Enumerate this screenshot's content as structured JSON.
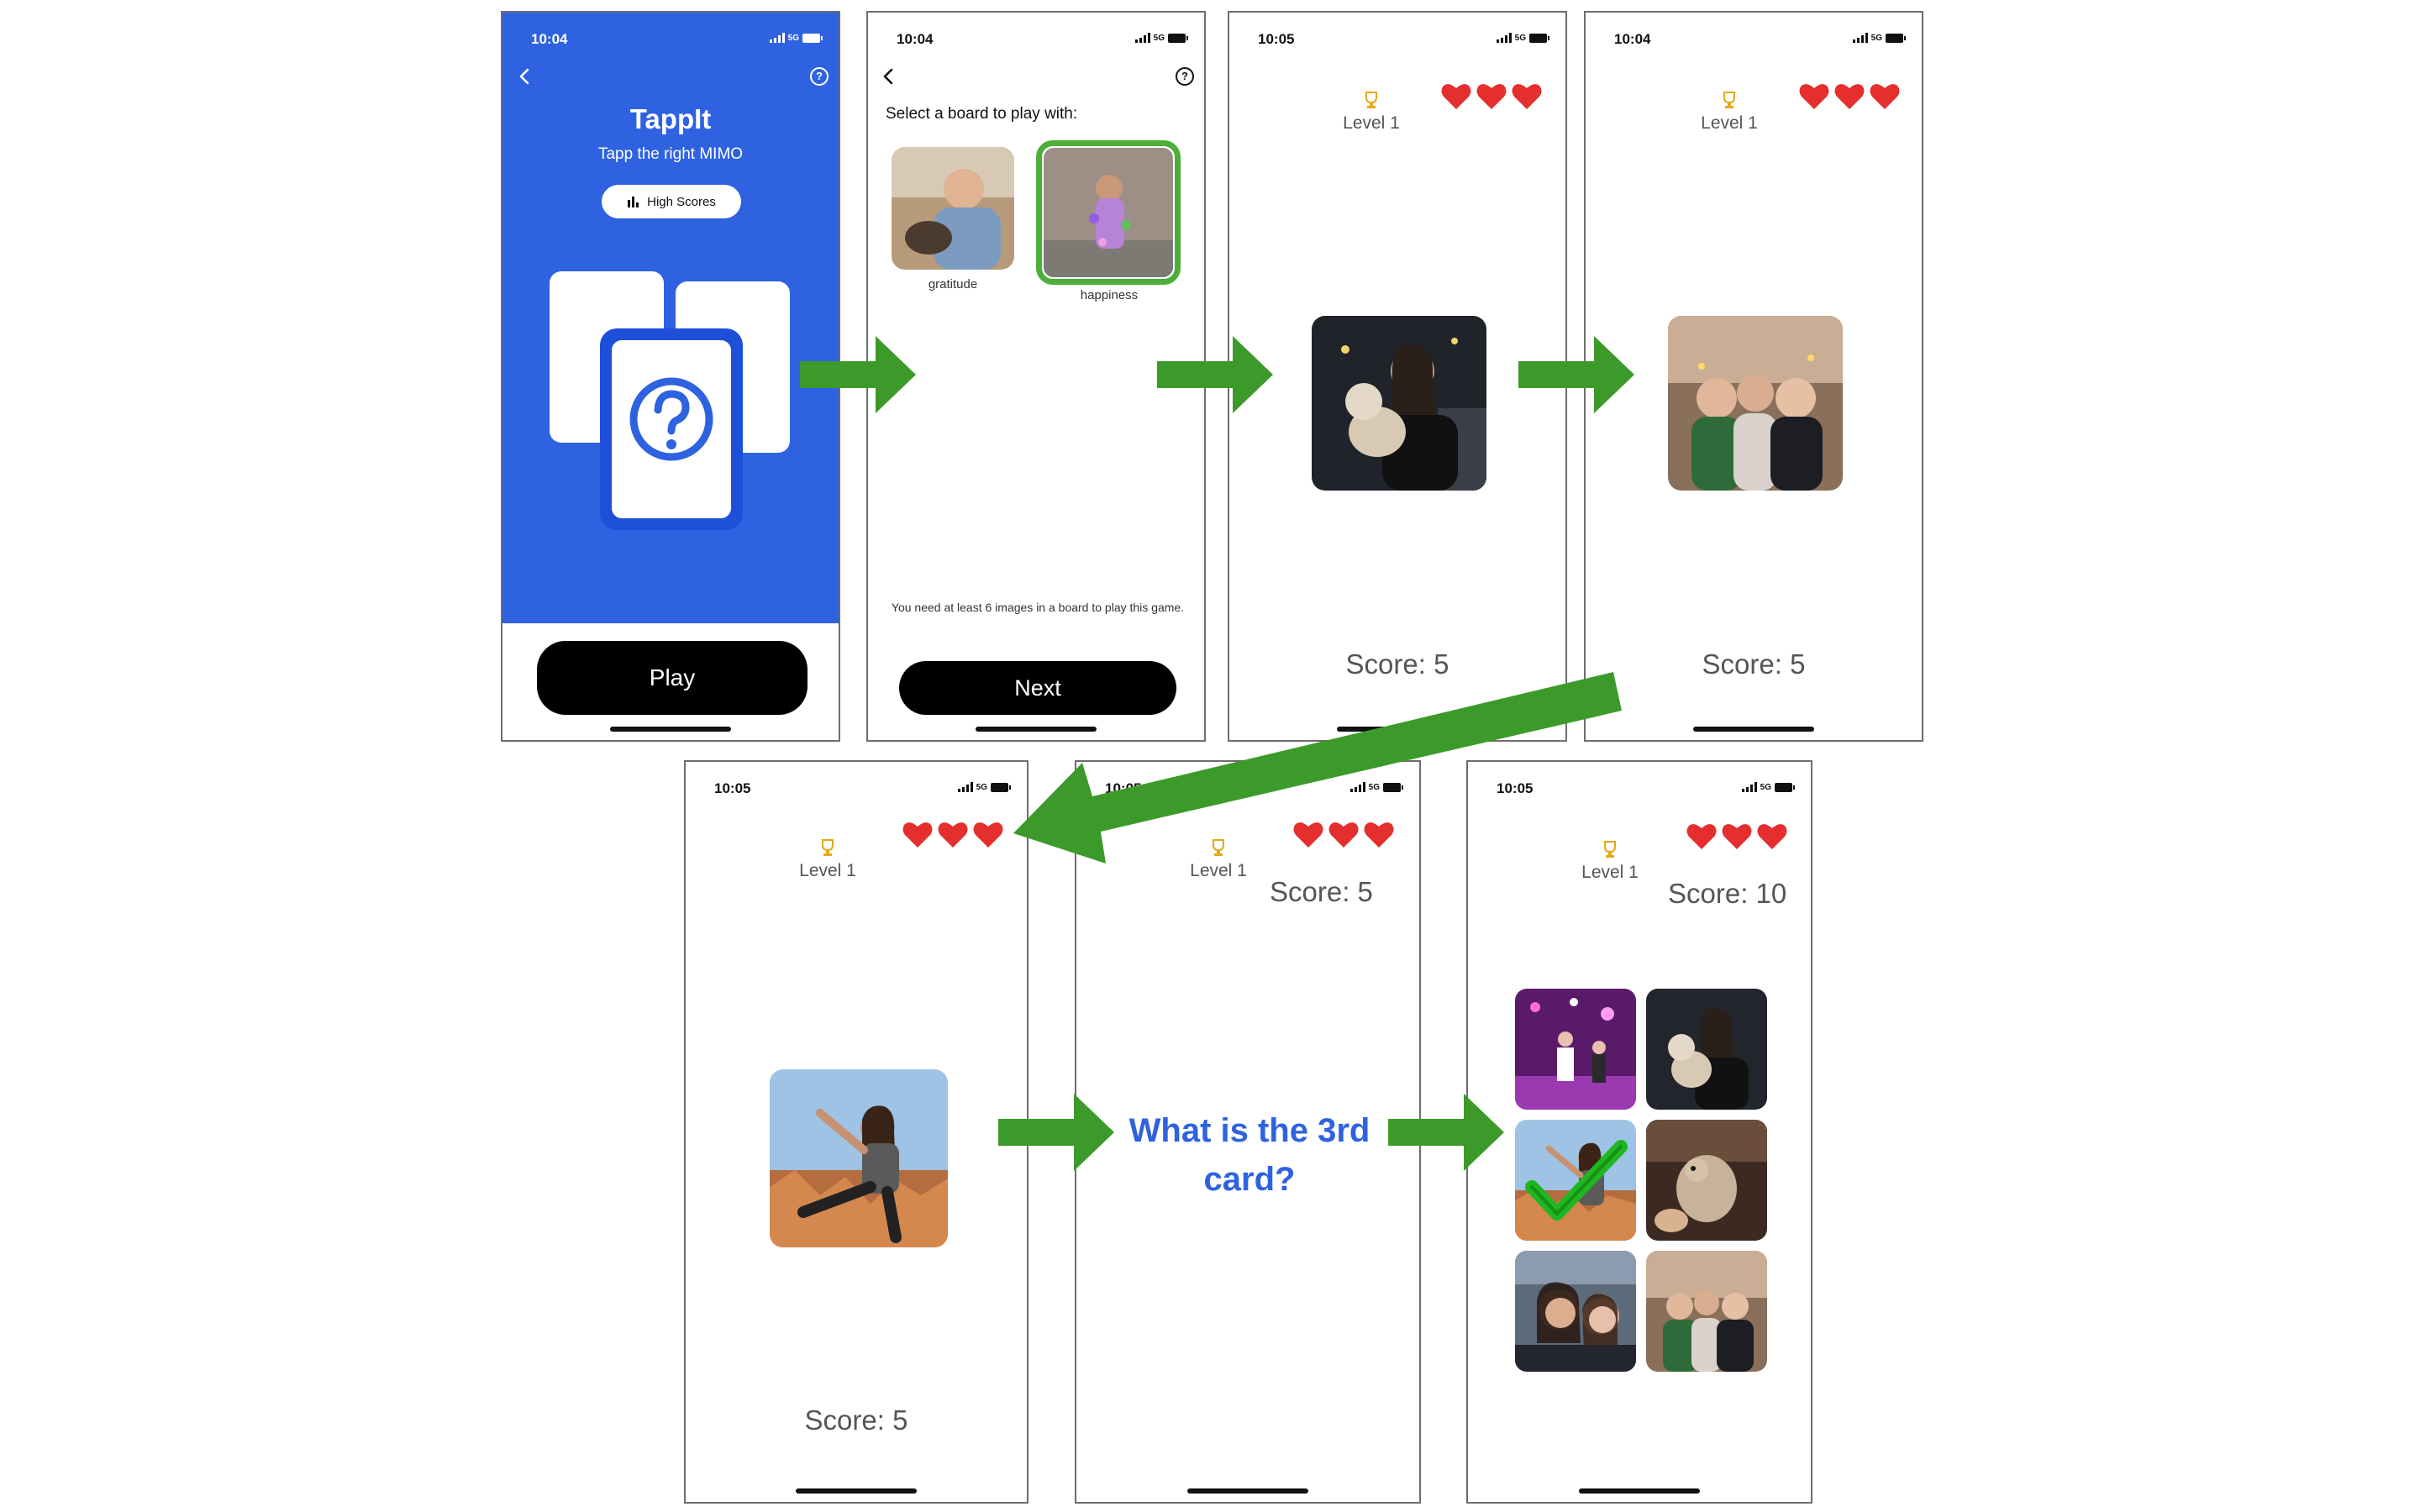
{
  "status": {
    "time_a": "10:04",
    "time_b": "10:05",
    "network": "5G"
  },
  "splash": {
    "title": "TappIt",
    "subtitle": "Tapp the right MIMO",
    "high_scores_label": "High Scores",
    "play_label": "Play"
  },
  "board_select": {
    "prompt": "Select a board to play with:",
    "boards": [
      {
        "label": "gratitude"
      },
      {
        "label": "happiness"
      }
    ],
    "note": "You need at least 6 images in a board to play this game.",
    "next_label": "Next"
  },
  "game": {
    "level_label": "Level 1",
    "score_5": "Score: 5",
    "score_10": "Score: 10",
    "question": "What is the 3rd card?"
  },
  "colors": {
    "brand_blue": "#2e62e0",
    "heart_red": "#e52e2e",
    "arrow_green": "#3c9a2a",
    "selected_green": "#4caf3a"
  }
}
